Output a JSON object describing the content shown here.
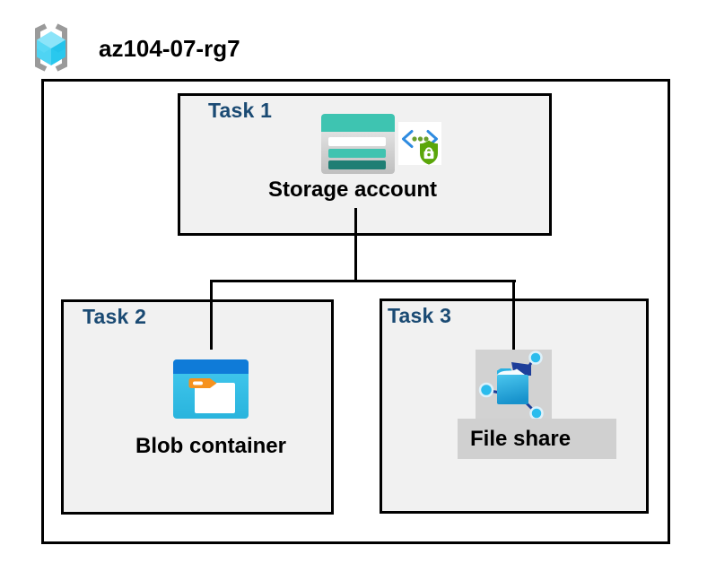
{
  "title": {
    "resource_group": "az104-07-rg7"
  },
  "tasks": [
    {
      "label": "Task 1",
      "item": "Storage account"
    },
    {
      "label": "Task 2",
      "item": "Blob container"
    },
    {
      "label": "Task 3",
      "item": "File share"
    }
  ],
  "icons": {
    "resource_group": "resource-group-icon",
    "storage_account": "storage-account-icon",
    "sftp_security": "code-brackets-shield-lock-icon",
    "blob_container": "blob-container-folder-icon",
    "file_share": "file-share-network-folder-icon"
  },
  "colors": {
    "task_label_blue": "#1a4a73",
    "box_fill": "#f1f1f1",
    "highlight_gray": "#d1d1d1",
    "border_black": "#000000",
    "storage_teal": "#3ec4b1",
    "storage_teal_dark": "#1f7e74",
    "blob_top_blue": "#0f7bd8",
    "blob_cyan": "#35c2e9",
    "tag_orange": "#f6921e",
    "shield_green": "#5ba60a",
    "bracket_blue": "#2e8be0",
    "dot_green": "#699f2d",
    "fileshare_navy": "#1d3e9a",
    "fileshare_cyan": "#2abced",
    "rg_bracket_gray": "#9a9a9a",
    "rg_cube_cyan": "#4fd4f3"
  }
}
